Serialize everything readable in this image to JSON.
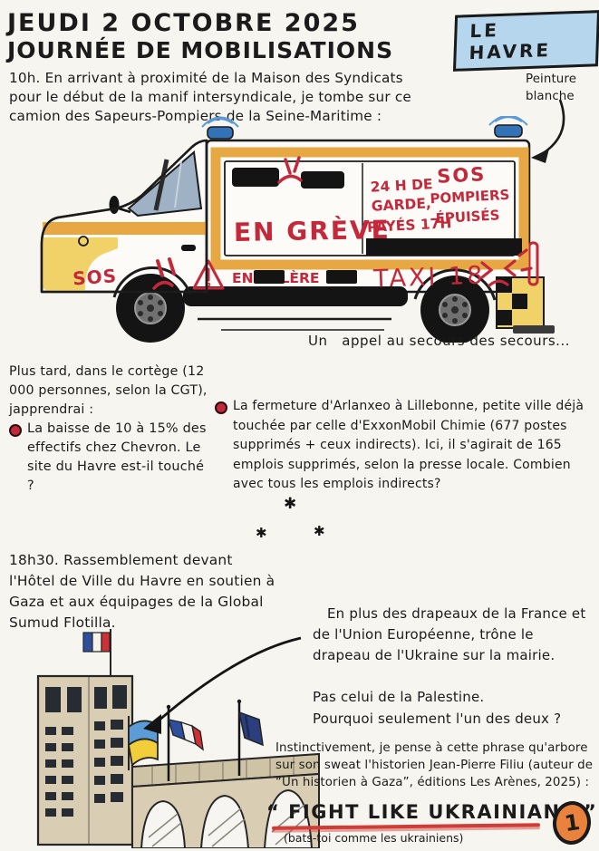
{
  "page": {
    "title_line1": "JEUDI 2 OCTOBRE 2025",
    "title_line2": "JOURNÉE DE MOBILISATIONS",
    "location_badge": "LE HAVRE",
    "page_number": "1"
  },
  "colors": {
    "ink": "#1b1b1b",
    "graffiti_red": "#c3293a",
    "stripe_orange": "#e7a844",
    "bumper_yellow": "#f0d268",
    "badge_blue": "#b5d6ed",
    "page_number_orange": "#e8823c",
    "paper": "#f6f5f0"
  },
  "intro": {
    "paragraph": "10h. En arrivant à proximité de la Maison des Syndicats pour le début de la manif intersyndicale, je tombe sur ce camion des Sapeurs-Pompiers de la Seine-Maritime :",
    "paint_annotation": "Peinture blanche"
  },
  "truck": {
    "graffiti_en_greve": "EN GRÈVE",
    "garde_lines": [
      "24 H DE",
      "GARDE,",
      "PAYÉS 17H"
    ],
    "sos_pompiers_lines": [
      "SOS",
      "POMPIERS",
      "ÉPUISÉS"
    ],
    "graffiti_sos": "SOS",
    "graffiti_en_colere": "EN COLÈRE !!",
    "graffiti_taxi": "TAXI 18",
    "caption": "Un   appel au secours des secours..."
  },
  "cortege": {
    "intro": "Plus tard, dans le cortège (12 000 personnes, selon la CGT), japprendrai :",
    "bullet_chevron": "La baisse de 10 à 15% des effectifs chez Chevron. Le site du Havre est-il touché ?",
    "bullet_arlanxeo": "La fermeture d'Arlanxeo à Lillebonne, petite ville déjà touchée par celle d'ExxonMobil Chimie (677 postes supprimés + ceux indirects). Ici, il s'agirait de 165 emplois supprimés, selon la presse locale. Combien avec tous les emplois indirects?",
    "separator_star": "✱"
  },
  "evening": {
    "paragraph": "18h30. Rassemblement devant l'Hôtel de Ville du Havre en soutien à Gaza et aux équipages de la Global Sumud Flotilla.",
    "flags_paragraph": "En plus des drapeaux de la France et de l'Union Européenne, trône le drapeau de l'Ukraine sur la mairie.",
    "palestine_line": "Pas celui de la Palestine.",
    "question_line": "Pourquoi seulement l'un des deux ?",
    "filiu_paragraph": "Instinctivement, je pense à cette phrase qu'arbore sur son sweat l'historien Jean-Pierre Filiu (auteur de “Un historien à Gaza”, éditions Les Arènes, 2025) :",
    "quote": "“ FIGHT LIKE UKRAINIANS ”",
    "quote_translation": "(bats-toi comme les ukrainiens)"
  }
}
